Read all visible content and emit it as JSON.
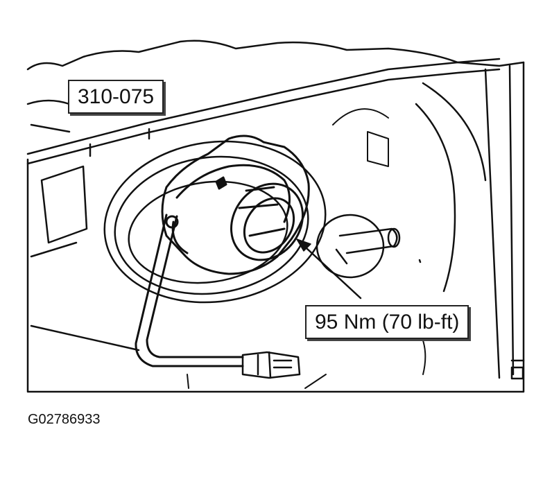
{
  "callouts": {
    "tool": "310-075",
    "torque": "95 Nm (70 lb-ft)"
  },
  "figure_id": "G02786933"
}
